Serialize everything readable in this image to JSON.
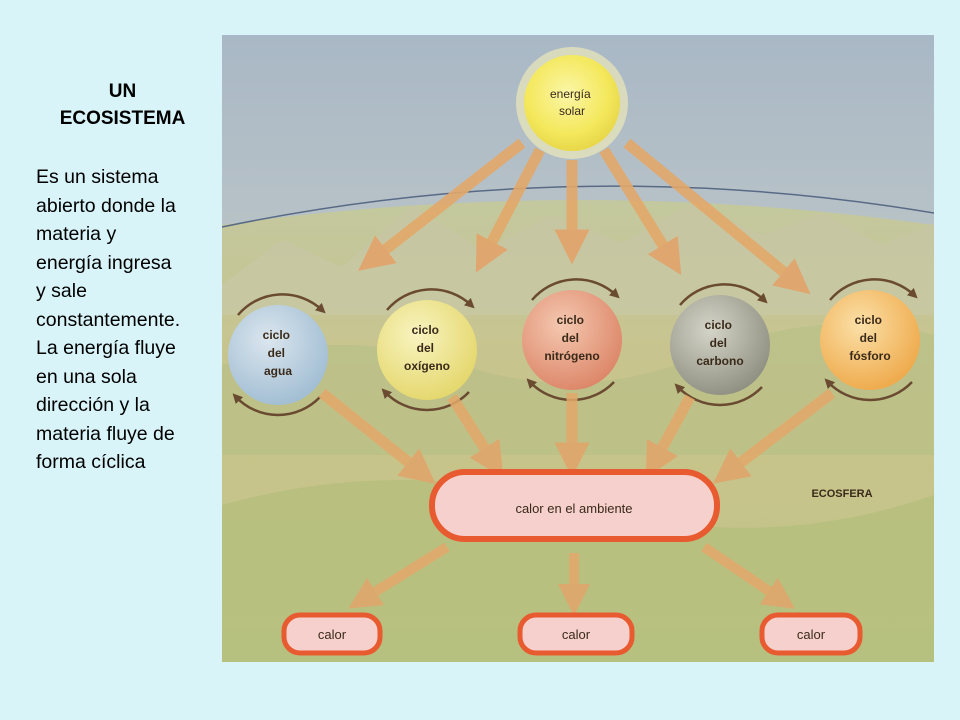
{
  "slide": {
    "title_lines": [
      "UN",
      "ECOSISTEMA"
    ],
    "body_lines": [
      "Es un sistema",
      "abierto donde la",
      "materia y",
      "energía ingresa",
      "y sale",
      "constantemente.",
      "La energía fluye",
      "en una sola",
      "dirección y la",
      "materia fluye de",
      "forma cíclica"
    ]
  },
  "diagram": {
    "sun": {
      "lines": [
        "energía",
        "solar"
      ]
    },
    "cycles": [
      {
        "lines": [
          "ciclo",
          "del",
          "agua"
        ],
        "color": "#b8d0e0"
      },
      {
        "lines": [
          "ciclo",
          "del",
          "oxígeno"
        ],
        "color": "#eee69a"
      },
      {
        "lines": [
          "ciclo",
          "del",
          "nitrógeno"
        ],
        "color": "#e8a084"
      },
      {
        "lines": [
          "ciclo",
          "del",
          "carbono"
        ],
        "color": "#a8a898"
      },
      {
        "lines": [
          "ciclo",
          "del",
          "fósforo"
        ],
        "color": "#f2c070"
      }
    ],
    "ambient_label": "calor en el ambiente",
    "heat_labels": [
      "calor",
      "calor",
      "calor"
    ],
    "ecosphere_label": "ECOSFERA",
    "colors": {
      "background": "#d8f4f8",
      "arrow": "#e3a86a",
      "box_fill": "#f6d0cc",
      "box_border": "#e85a30",
      "sun": "#f7ec6a"
    }
  }
}
